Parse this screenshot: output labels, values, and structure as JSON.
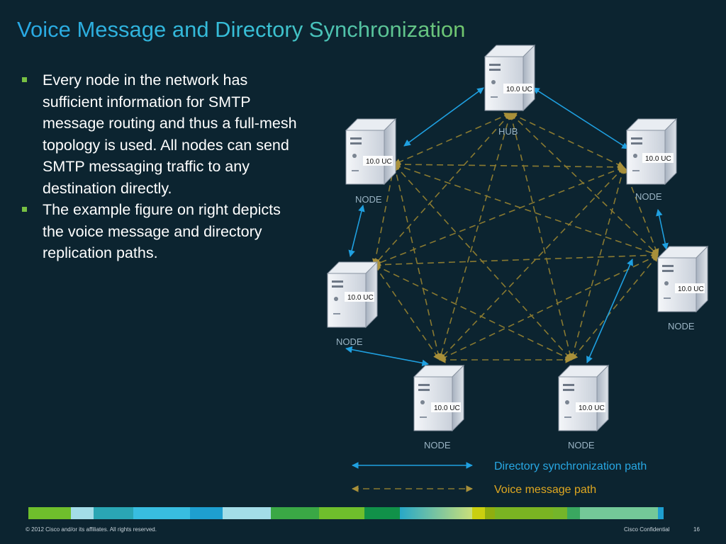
{
  "slide": {
    "title": "Voice Message and Directory Synchronization",
    "bullets": [
      "Every node in the network has sufficient information for SMTP message routing and thus a full-mesh topology is used. All nodes can send SMTP messaging traffic to any destination directly.",
      "The example figure on right depicts the voice message and directory replication paths."
    ]
  },
  "diagram": {
    "nodes": [
      {
        "id": "hub",
        "label": "HUB",
        "version": "10.0 UC"
      },
      {
        "id": "node-left-top",
        "label": "NODE",
        "version": "10.0 UC"
      },
      {
        "id": "node-right-top",
        "label": "NODE",
        "version": "10.0 UC"
      },
      {
        "id": "node-left-mid",
        "label": "NODE",
        "version": "10.0 UC"
      },
      {
        "id": "node-right-mid",
        "label": "NODE",
        "version": "10.0 UC"
      },
      {
        "id": "node-bottom-left",
        "label": "NODE",
        "version": "10.0 UC"
      },
      {
        "id": "node-bottom-right",
        "label": "NODE",
        "version": "10.0 UC"
      }
    ],
    "colors": {
      "directory_path": "#1fa0e0",
      "voice_path": "#8a7a30",
      "bullet": "#77c043"
    },
    "legend": {
      "directory": "Directory synchronization path",
      "voice": "Voice message path"
    }
  },
  "footer": {
    "copyright": "© 2012 Cisco and/or its affiliates. All rights reserved.",
    "confidential": "Cisco Confidential",
    "page": "16"
  }
}
